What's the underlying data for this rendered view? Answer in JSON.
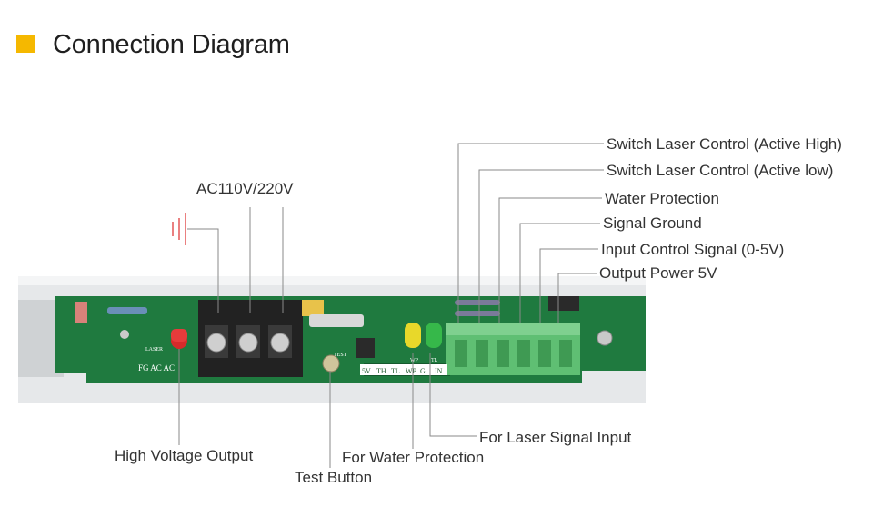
{
  "title": "Connection Diagram",
  "accent_color": "#f5b800",
  "labels": {
    "ac_input": "AC110V/220V",
    "switch_high": "Switch Laser Control (Active High)",
    "switch_low": "Switch Laser Control (Active low)",
    "water_protection": "Water Protection",
    "signal_ground": "Signal Ground",
    "input_control": "Input Control Signal (0-5V)",
    "output_power": "Output Power 5V",
    "high_voltage_output": "High Voltage Output",
    "for_water_protection": "For Water Protection",
    "test_button": "Test Button",
    "for_laser_signal": "For Laser Signal Input"
  },
  "board_text": {
    "ac_terminal": "FG AC AC",
    "signal_terminal": [
      "5V",
      "TH",
      "TL",
      "WP",
      "G",
      "IN"
    ],
    "laser": "LASER",
    "test": "TEST",
    "wp": "WP",
    "tl": "TL"
  },
  "icons": {
    "ground": "ground-symbol-icon"
  }
}
